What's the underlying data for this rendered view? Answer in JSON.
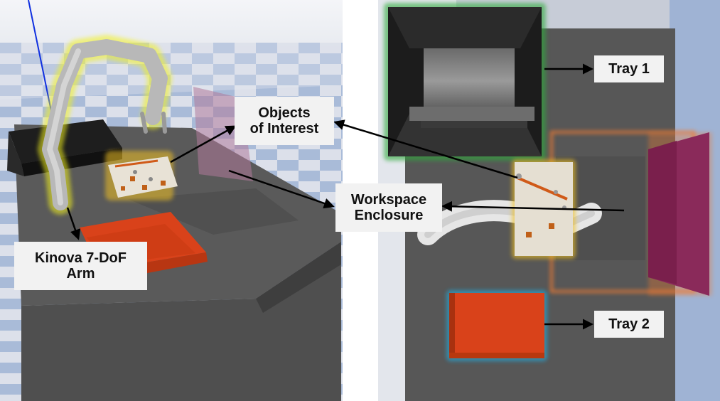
{
  "labels": {
    "kinova_arm": [
      "Kinova 7-DoF",
      "Arm"
    ],
    "objects_of_interest": [
      "Objects",
      "of Interest"
    ],
    "workspace_enclosure": [
      "Workspace",
      "Enclosure"
    ],
    "tray1": "Tray 1",
    "tray2": "Tray 2"
  },
  "colors": {
    "arm_highlight": "#f2f21a",
    "objects_highlight": "#f0b020",
    "enclosure_highlight": "#f07a30",
    "tray1_highlight": "#2faa3a",
    "tray2_highlight": "#22a8d8",
    "tray": "#d9421a",
    "table": "#575757",
    "enclosure": "#8a2a5a"
  }
}
